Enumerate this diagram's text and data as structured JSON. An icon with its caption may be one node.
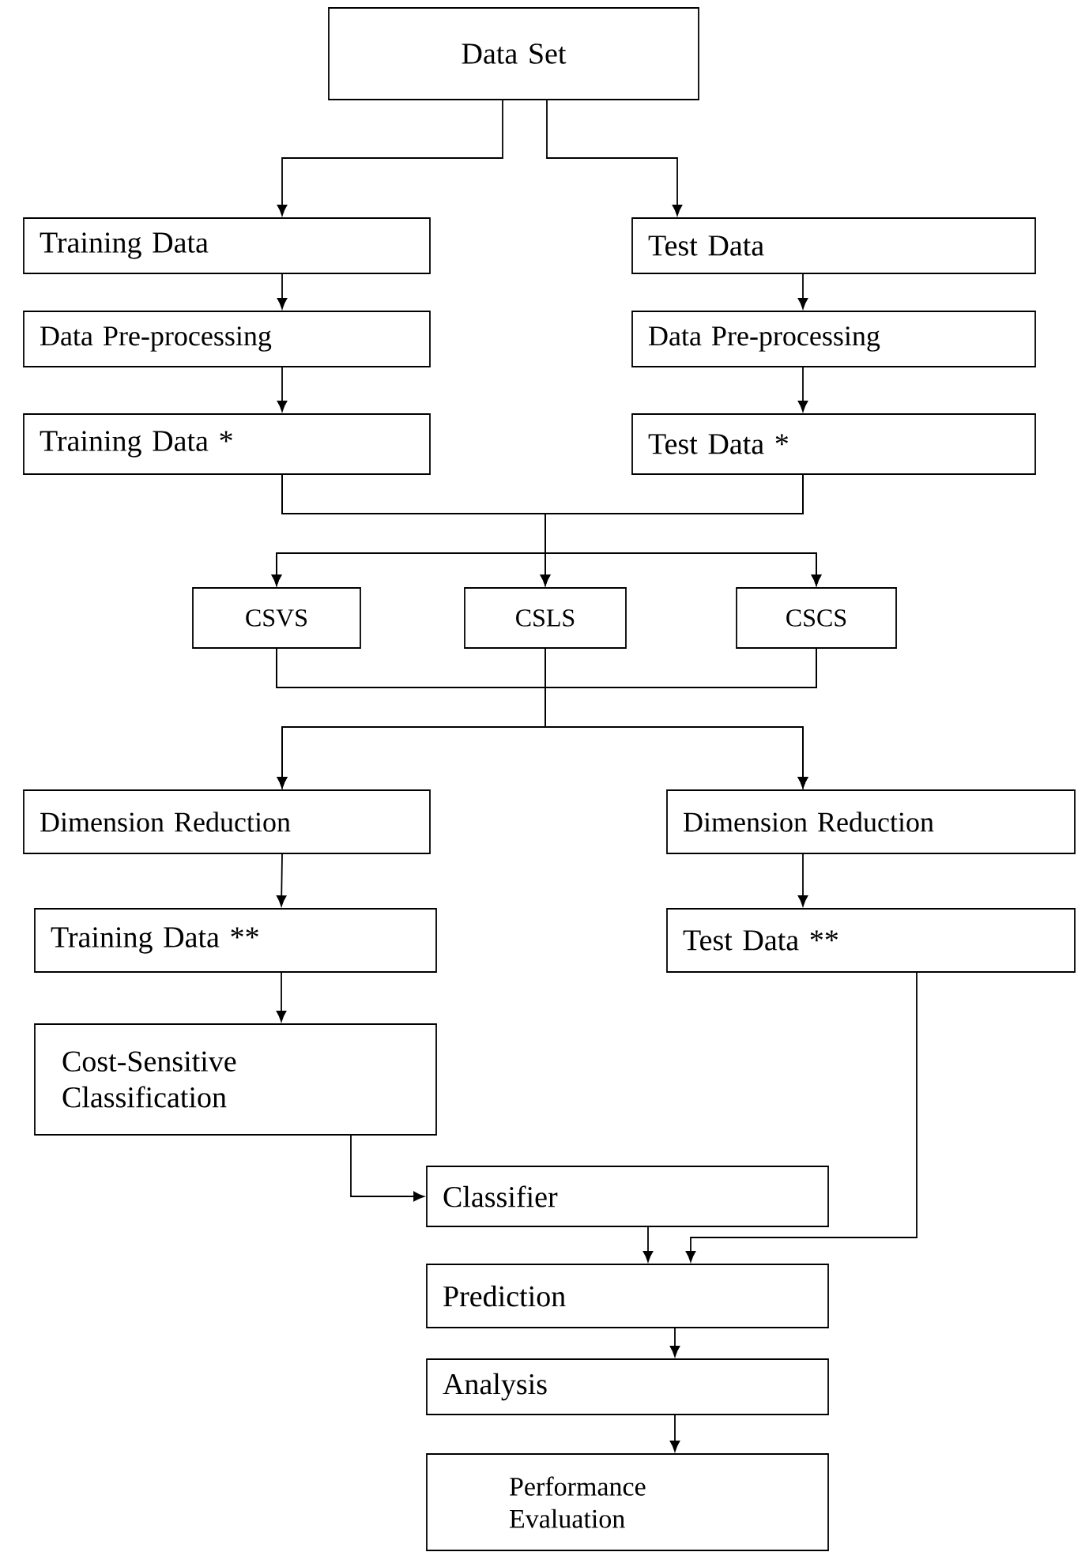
{
  "diagram": {
    "nodes": [
      {
        "text": [
          "Data Set"
        ]
      },
      {
        "text": [
          "Training Data"
        ]
      },
      {
        "text": [
          "Data Pre-processing"
        ]
      },
      {
        "text": [
          "Training Data *"
        ]
      },
      {
        "text": [
          "Test Data"
        ]
      },
      {
        "text": [
          "Data Pre-processing"
        ]
      },
      {
        "text": [
          "Test Data *"
        ]
      },
      {
        "text": [
          "CSVS"
        ]
      },
      {
        "text": [
          "CSLS"
        ]
      },
      {
        "text": [
          "CSCS"
        ]
      },
      {
        "text": [
          "Dimension Reduction"
        ]
      },
      {
        "text": [
          "Dimension Reduction"
        ]
      },
      {
        "text": [
          "Training Data **"
        ]
      },
      {
        "text": [
          "Test Data **"
        ]
      },
      {
        "text": [
          "Cost-Sensitive Classification"
        ]
      },
      {
        "text": [
          "Classifier"
        ]
      },
      {
        "text": [
          "Prediction"
        ]
      },
      {
        "text": [
          "Analysis"
        ]
      },
      {
        "text": [
          "Performance Evaluation"
        ]
      }
    ],
    "edges": [
      {
        "from": 0,
        "to": 1,
        "arrow": "to"
      },
      {
        "from": 0,
        "to": 4,
        "arrow": "to"
      },
      {
        "from": 1,
        "to": 2,
        "arrow": "to"
      },
      {
        "from": 2,
        "to": 3,
        "arrow": "to"
      },
      {
        "from": 4,
        "to": 5,
        "arrow": "to"
      },
      {
        "from": 5,
        "to": 6,
        "arrow": "to"
      },
      {
        "from": 3,
        "to": 7,
        "arrow": "to"
      },
      {
        "from": 3,
        "to": 8,
        "arrow": "to"
      },
      {
        "from": 3,
        "to": 9,
        "arrow": "to"
      },
      {
        "from": 6,
        "to": 7,
        "arrow": "to"
      },
      {
        "from": 6,
        "to": 8,
        "arrow": "to"
      },
      {
        "from": 6,
        "to": 9,
        "arrow": "to"
      },
      {
        "from": 7,
        "to": 10,
        "arrow": "to"
      },
      {
        "from": 7,
        "to": 11,
        "arrow": "to"
      },
      {
        "from": 8,
        "to": 10,
        "arrow": "to"
      },
      {
        "from": 8,
        "to": 11,
        "arrow": "to"
      },
      {
        "from": 9,
        "to": 10,
        "arrow": "to"
      },
      {
        "from": 9,
        "to": 11,
        "arrow": "to"
      },
      {
        "from": 10,
        "to": 12,
        "arrow": "to"
      },
      {
        "from": 11,
        "to": 13,
        "arrow": "to"
      },
      {
        "from": 12,
        "to": 14,
        "arrow": "to"
      },
      {
        "from": 14,
        "to": 15,
        "arrow": "to"
      },
      {
        "from": 13,
        "to": 16,
        "arrow": "to"
      },
      {
        "from": 15,
        "to": 16,
        "arrow": "to"
      },
      {
        "from": 16,
        "to": 17,
        "arrow": "to"
      },
      {
        "from": 17,
        "to": 18,
        "arrow": "to"
      }
    ]
  }
}
